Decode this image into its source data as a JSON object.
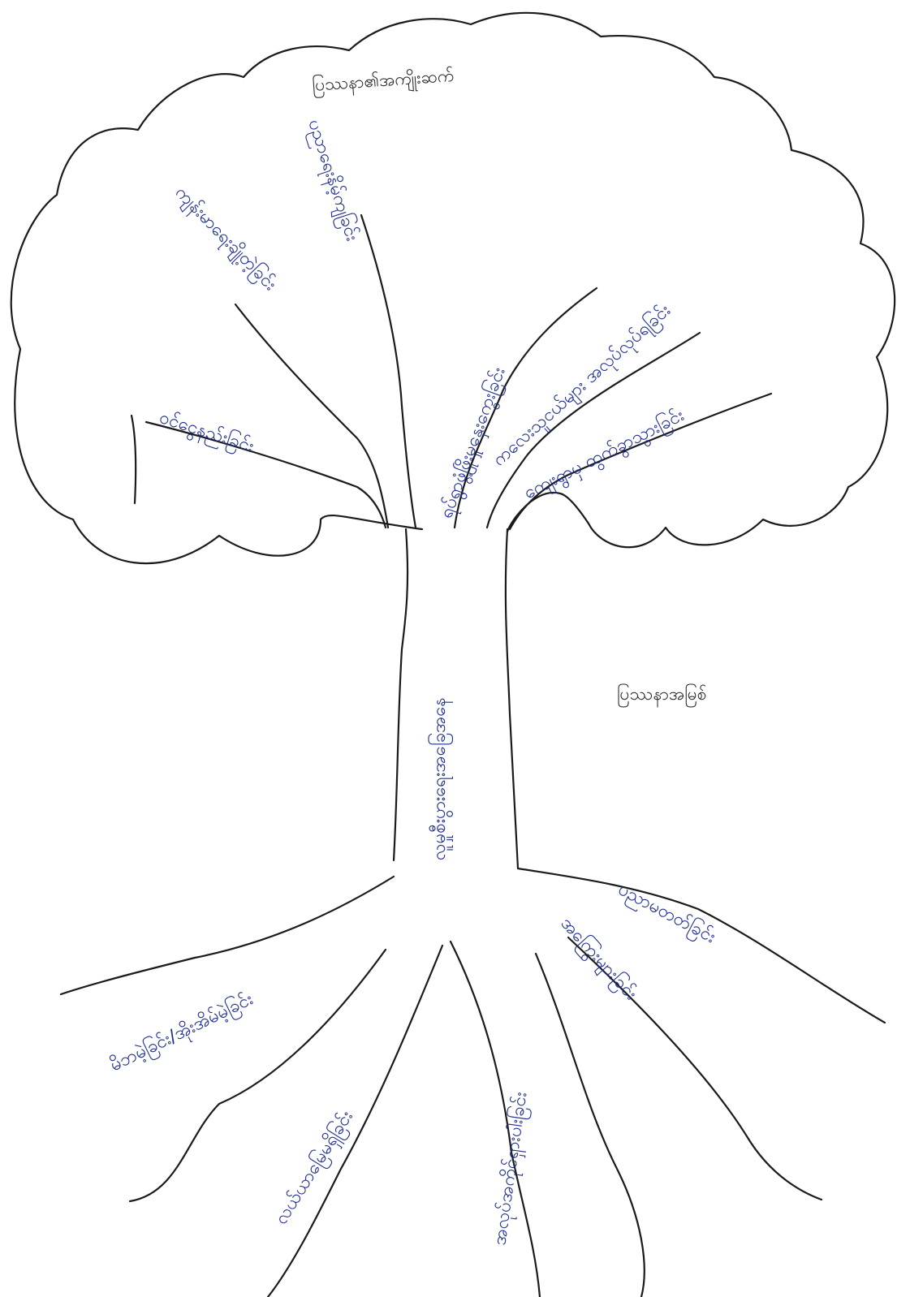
{
  "diagram": {
    "crown_title": "ပြဿနာ၏အကျိုးဆက်",
    "trunk_title": "ပြဿနာအမြစ်",
    "trunk_label": "လူမှုစီးပွားရေးအခြေအနေ",
    "branches": [
      "ဝင်ငွေနည်းခြင်း",
      "ကျန်းမာရေးချို့တဲ့ခြင်း",
      "ပညာရေးနိမ့်ကျခြင်း",
      "ရပ်ရွာဖွံ့ဖြိုးမှုနှေးကွေးခြင်း",
      "ကလေးသူငယ်များ အလုပ်လုပ်ရခြင်း",
      "ကျေးရွာမှ ထွက်ခွာသွားခြင်း"
    ],
    "roots": [
      "မိဘမဲ့ခြင်း/အိုးအိမ်မဲ့ခြင်း",
      "လယ်ယာမြေမရှိခြင်း",
      "အလုပ်အကိုင်ရှားပါးခြင်း",
      "အကြွေးများခြင်း",
      "ပညာမတတ်ခြင်း"
    ]
  }
}
